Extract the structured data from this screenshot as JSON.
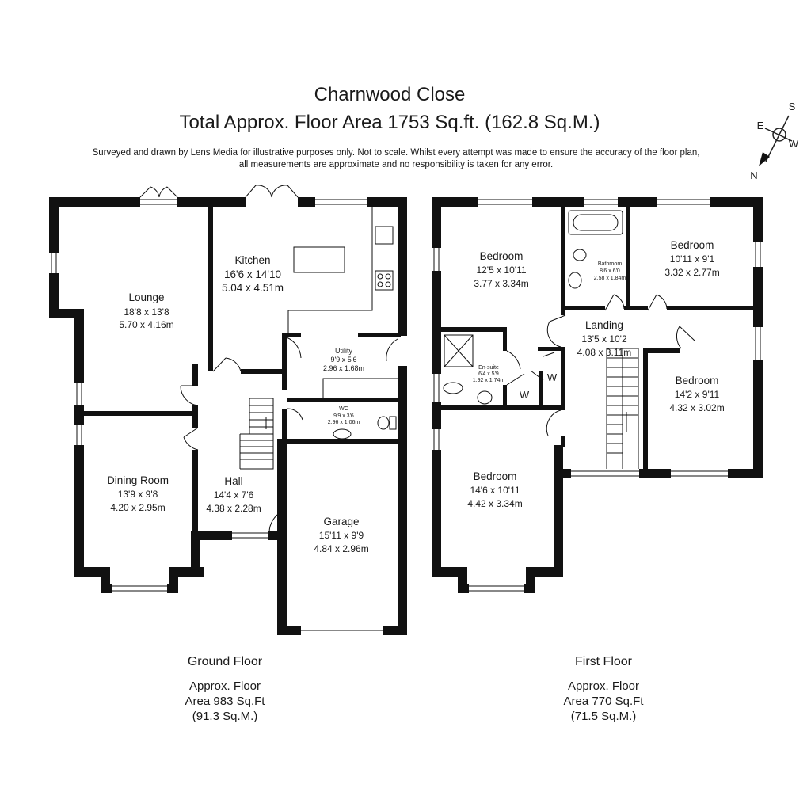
{
  "header": {
    "title": "Charnwood Close",
    "total_area": "Total Approx. Floor Area 1753 Sq.ft. (162.8 Sq.M.)",
    "disclaimer_line1": "Surveyed and drawn by Lens Media for illustrative purposes only. Not to scale. Whilst every attempt was made to ensure the accuracy of the floor plan,",
    "disclaimer_line2": "all measurements are approximate and no responsibility is taken for any error."
  },
  "compass": {
    "n": "N",
    "s": "S",
    "e": "E",
    "w": "W"
  },
  "ground_floor": {
    "rooms": {
      "lounge": {
        "name": "Lounge",
        "imperial": "18'8 x 13'8",
        "metric": "5.70 x 4.16m"
      },
      "kitchen": {
        "name": "Kitchen",
        "imperial": "16'6 x 14'10",
        "metric": "5.04 x 4.51m"
      },
      "utility": {
        "name": "Utility",
        "imperial": "9'9 x 5'6",
        "metric": "2.96 x 1.68m"
      },
      "wc": {
        "name": "WC",
        "imperial": "9'9 x 3'6",
        "metric": "2.96 x 1.06m"
      },
      "dining": {
        "name": "Dining Room",
        "imperial": "13'9 x 9'8",
        "metric": "4.20 x 2.95m"
      },
      "hall": {
        "name": "Hall",
        "imperial": "14'4 x 7'6",
        "metric": "4.38 x 2.28m"
      },
      "garage": {
        "name": "Garage",
        "imperial": "15'11 x 9'9",
        "metric": "4.84 x 2.96m"
      }
    },
    "caption": {
      "title": "Ground Floor",
      "line1": "Approx. Floor",
      "line2": "Area 983 Sq.Ft",
      "line3": "(91.3 Sq.M.)"
    }
  },
  "first_floor": {
    "rooms": {
      "bedroom1": {
        "name": "Bedroom",
        "imperial": "12'5 x 10'11",
        "metric": "3.77 x 3.34m"
      },
      "bathroom": {
        "name": "Bathroom",
        "imperial": "8'6 x 6'0",
        "metric": "2.58 x 1.84m"
      },
      "bedroom2": {
        "name": "Bedroom",
        "imperial": "10'11 x 9'1",
        "metric": "3.32 x 2.77m"
      },
      "landing": {
        "name": "Landing",
        "imperial": "13'5 x 10'2",
        "metric": "4.08 x 3.11m"
      },
      "ensuite": {
        "name": "En-suite",
        "imperial": "6'4 x 5'9",
        "metric": "1.92 x 1.74m"
      },
      "bedroom3": {
        "name": "Bedroom",
        "imperial": "14'2 x 9'11",
        "metric": "4.32 x 3.02m"
      },
      "bedroom4": {
        "name": "Bedroom",
        "imperial": "14'6 x 10'11",
        "metric": "4.42 x 3.34m"
      }
    },
    "wardrobe_label": "W",
    "caption": {
      "title": "First Floor",
      "line1": "Approx. Floor",
      "line2": "Area 770 Sq.Ft",
      "line3": "(71.5 Sq.M.)"
    }
  }
}
